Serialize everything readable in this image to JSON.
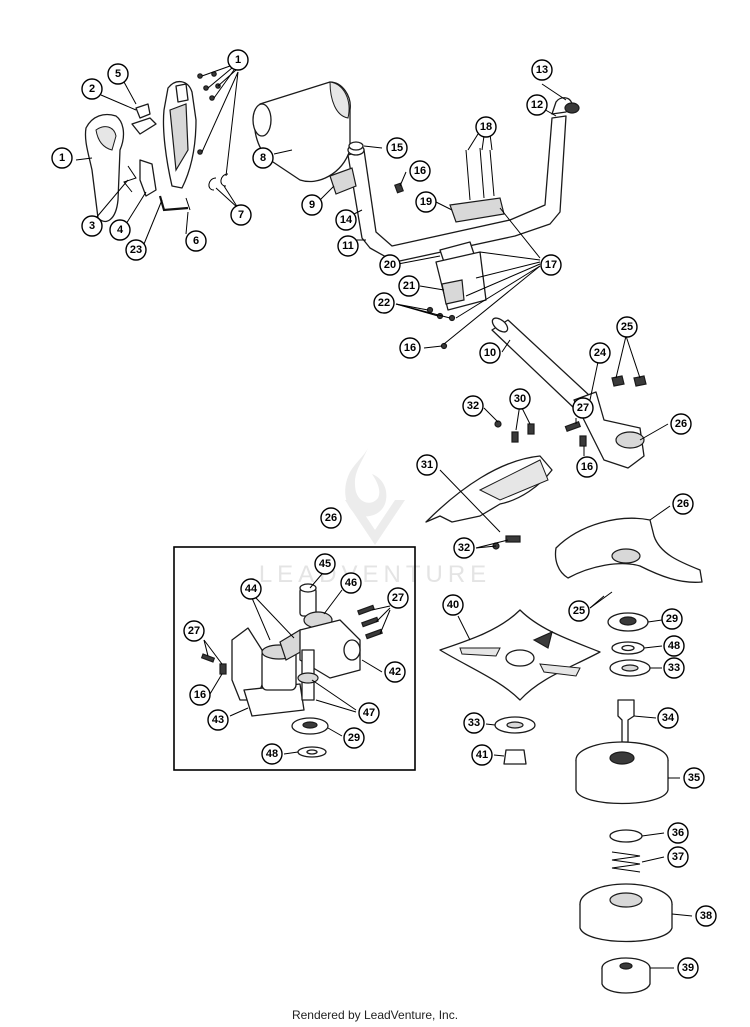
{
  "watermark": "LEADVENTURE",
  "footer": "Rendered by LeadVenture, Inc.",
  "callouts": [
    {
      "id": "c1a",
      "label": "1"
    },
    {
      "id": "c1b",
      "label": "1"
    },
    {
      "id": "c2",
      "label": "2"
    },
    {
      "id": "c3",
      "label": "3"
    },
    {
      "id": "c4",
      "label": "4"
    },
    {
      "id": "c5",
      "label": "5"
    },
    {
      "id": "c6",
      "label": "6"
    },
    {
      "id": "c7",
      "label": "7"
    },
    {
      "id": "c8",
      "label": "8"
    },
    {
      "id": "c9",
      "label": "9"
    },
    {
      "id": "c10",
      "label": "10"
    },
    {
      "id": "c11",
      "label": "11"
    },
    {
      "id": "c12",
      "label": "12"
    },
    {
      "id": "c13",
      "label": "13"
    },
    {
      "id": "c14",
      "label": "14"
    },
    {
      "id": "c15",
      "label": "15"
    },
    {
      "id": "c16a",
      "label": "16"
    },
    {
      "id": "c16b",
      "label": "16"
    },
    {
      "id": "c16c",
      "label": "16"
    },
    {
      "id": "c16d",
      "label": "16"
    },
    {
      "id": "c17",
      "label": "17"
    },
    {
      "id": "c18",
      "label": "18"
    },
    {
      "id": "c19",
      "label": "19"
    },
    {
      "id": "c20",
      "label": "20"
    },
    {
      "id": "c21",
      "label": "21"
    },
    {
      "id": "c22",
      "label": "22"
    },
    {
      "id": "c23",
      "label": "23"
    },
    {
      "id": "c24",
      "label": "24"
    },
    {
      "id": "c25a",
      "label": "25"
    },
    {
      "id": "c25b",
      "label": "25"
    },
    {
      "id": "c26a",
      "label": "26"
    },
    {
      "id": "c26b",
      "label": "26"
    },
    {
      "id": "c26c",
      "label": "26"
    },
    {
      "id": "c27a",
      "label": "27"
    },
    {
      "id": "c27b",
      "label": "27"
    },
    {
      "id": "c27c",
      "label": "27"
    },
    {
      "id": "c29a",
      "label": "29"
    },
    {
      "id": "c29b",
      "label": "29"
    },
    {
      "id": "c30",
      "label": "30"
    },
    {
      "id": "c31",
      "label": "31"
    },
    {
      "id": "c32a",
      "label": "32"
    },
    {
      "id": "c32b",
      "label": "32"
    },
    {
      "id": "c33a",
      "label": "33"
    },
    {
      "id": "c33b",
      "label": "33"
    },
    {
      "id": "c34",
      "label": "34"
    },
    {
      "id": "c35",
      "label": "35"
    },
    {
      "id": "c36",
      "label": "36"
    },
    {
      "id": "c37",
      "label": "37"
    },
    {
      "id": "c38",
      "label": "38"
    },
    {
      "id": "c39",
      "label": "39"
    },
    {
      "id": "c40",
      "label": "40"
    },
    {
      "id": "c41",
      "label": "41"
    },
    {
      "id": "c42",
      "label": "42"
    },
    {
      "id": "c43",
      "label": "43"
    },
    {
      "id": "c44",
      "label": "44"
    },
    {
      "id": "c45",
      "label": "45"
    },
    {
      "id": "c46",
      "label": "46"
    },
    {
      "id": "c47",
      "label": "47"
    },
    {
      "id": "c48a",
      "label": "48"
    },
    {
      "id": "c48b",
      "label": "48"
    }
  ]
}
